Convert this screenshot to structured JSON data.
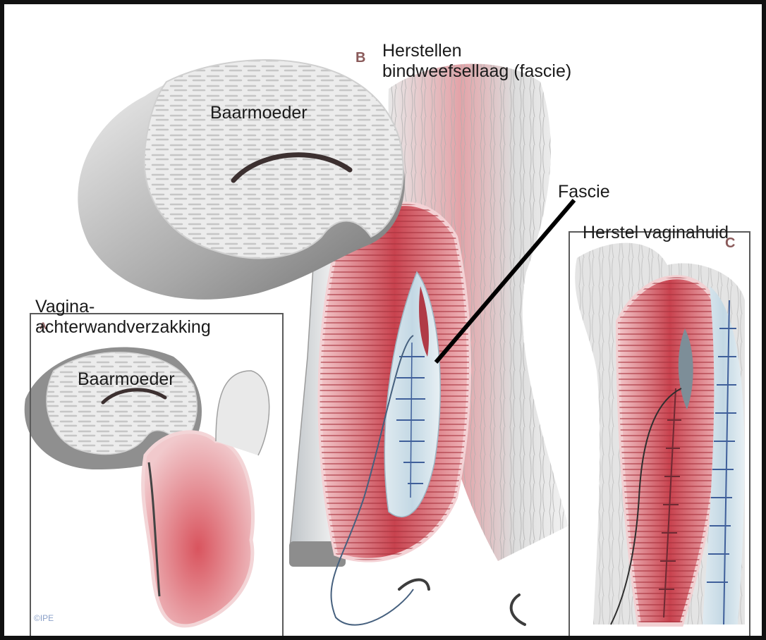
{
  "figure": {
    "labels": {
      "baarmoeder_main": "Baarmoeder",
      "herstellen_line1": "Herstellen",
      "herstellen_line2": "bindweefsellaag (fascie)",
      "fascie": "Fascie",
      "herstel_vaginahuid": "Herstel vaginahuid",
      "vagina_line1": "Vagina-",
      "vagina_line2": "achterwandverzakking",
      "baarmoeder_inset": "Baarmoeder"
    },
    "panel_letters": {
      "a": "A",
      "b": "B",
      "c": "C"
    },
    "colors": {
      "tissue_red": "#c8505a",
      "tissue_light": "#f2d0d2",
      "uterus_gray": "#dadada",
      "uterus_dark": "#8c8c8c",
      "fascia_blue": "#cfe0ea",
      "suture_blue": "#3f5f9a"
    }
  }
}
